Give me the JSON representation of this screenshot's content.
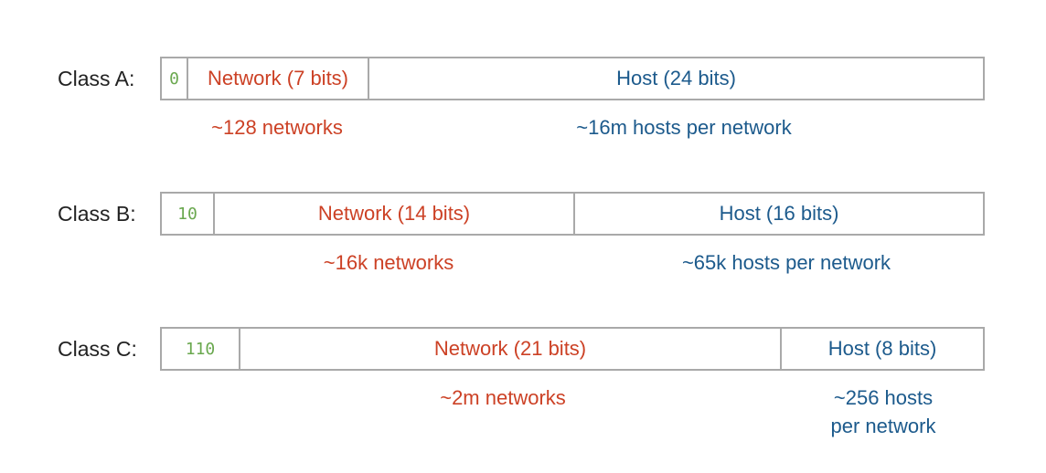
{
  "colors": {
    "border": "#a9a9a9",
    "prefix": "#6aa84f",
    "network": "#cc4125",
    "host": "#1c5a8c",
    "label": "#222222"
  },
  "classes": [
    {
      "label": "Class A:",
      "prefix": "0",
      "network": "Network (7 bits)",
      "host": "Host (24 bits)",
      "network_note": "~128 networks",
      "host_note_lines": [
        "~16m hosts per network"
      ]
    },
    {
      "label": "Class B:",
      "prefix": "10",
      "network": "Network (14 bits)",
      "host": "Host (16 bits)",
      "network_note": "~16k networks",
      "host_note_lines": [
        "~65k hosts per network"
      ]
    },
    {
      "label": "Class C:",
      "prefix": "110",
      "network": "Network (21 bits)",
      "host": "Host (8 bits)",
      "network_note": "~2m networks",
      "host_note_lines": [
        "~256 hosts",
        "per network"
      ]
    }
  ]
}
